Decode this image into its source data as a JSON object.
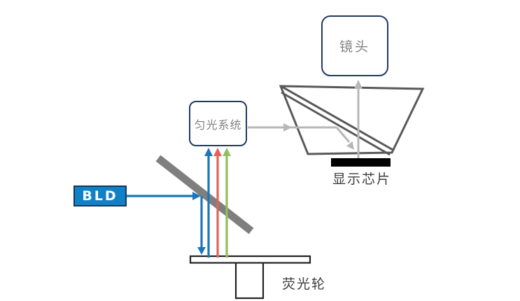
{
  "diagram": {
    "boxes": {
      "lens": {
        "label": "镜头"
      },
      "homogenizer": {
        "label": "匀光系统"
      },
      "bld": {
        "label": "BLD"
      }
    },
    "labels": {
      "display_chip": "显示芯片",
      "phosphor_wheel": "荧光轮"
    },
    "colors": {
      "blue_beam": "#1b76bc",
      "red_beam": "#e2625b",
      "green_beam": "#8fc05e",
      "bld_fill": "#1181c5",
      "bld_border": "#17365c",
      "box_border": "#1f3a63",
      "box_text": "#828282",
      "mirror_gray": "#7f7f7f",
      "light_path_gray": "#b7b7b7",
      "prism_stroke": "#595959",
      "chip_black": "#000000",
      "label_text": "#3d3d3d"
    }
  }
}
